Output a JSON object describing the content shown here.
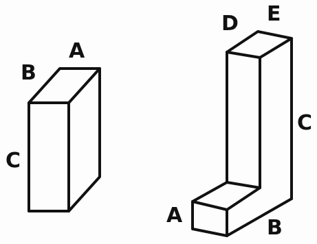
{
  "figure_left": {
    "label_a": "A",
    "label_b": "B",
    "label_c": "C"
  },
  "figure_right": {
    "label_d": "D",
    "label_e": "E",
    "label_c": "C",
    "label_a": "A",
    "label_b": "B"
  },
  "colors": {
    "ink": "#111111",
    "paper": "#fdfdfd"
  }
}
